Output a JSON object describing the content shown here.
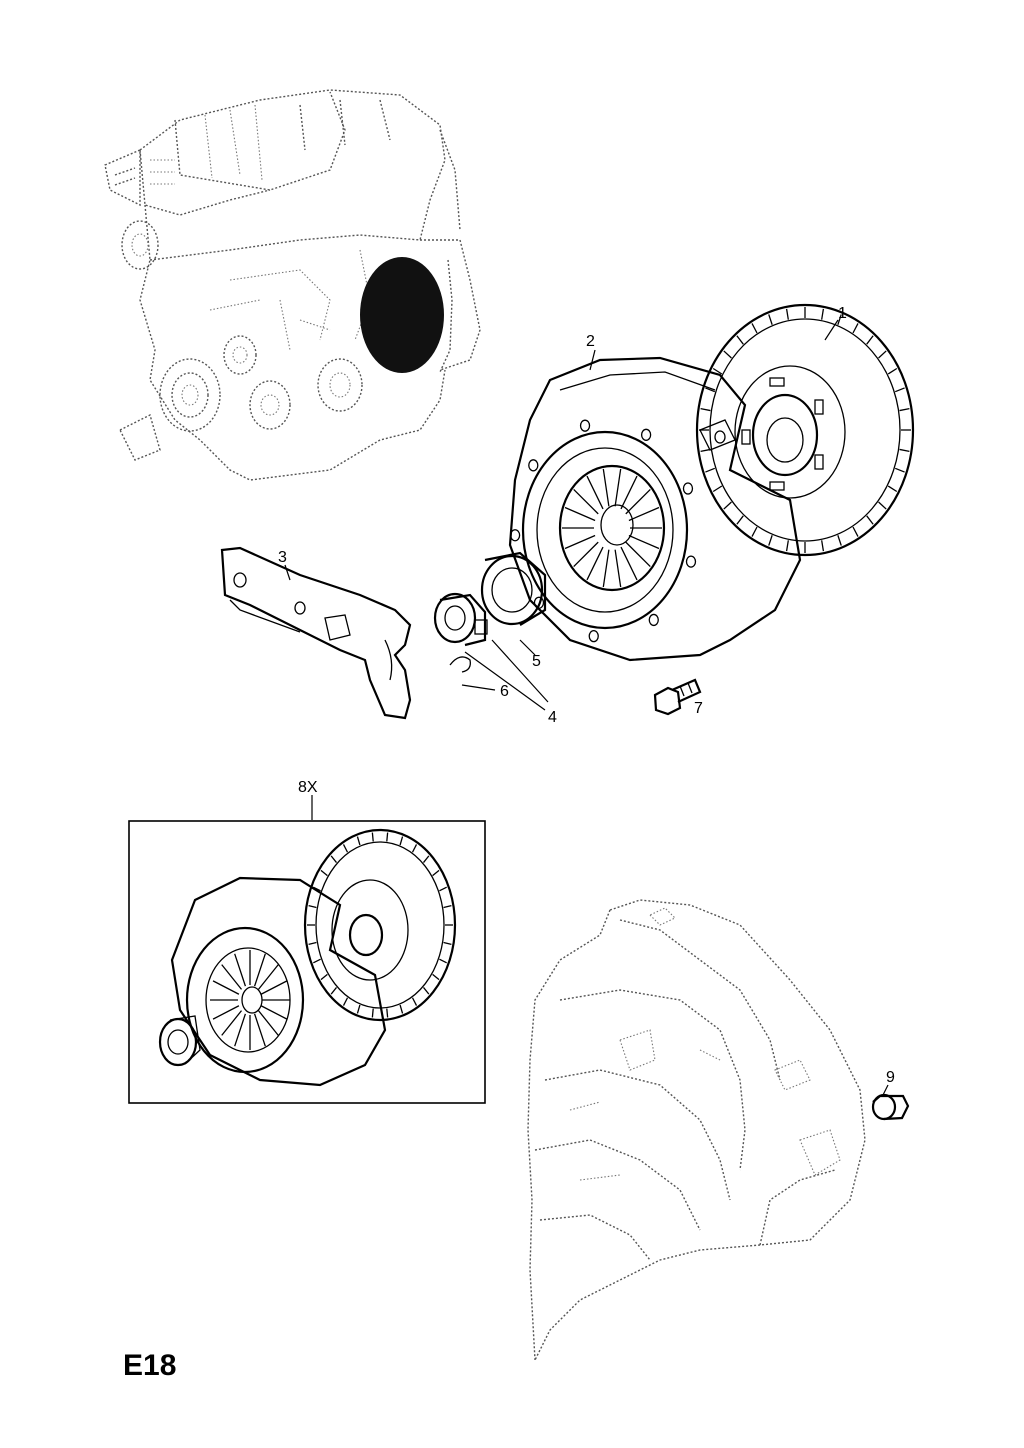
{
  "page": {
    "code": "E18"
  },
  "callouts": {
    "p1": "1",
    "p2": "2",
    "p3": "3",
    "p4": "4",
    "p5": "5",
    "p6": "6",
    "p7": "7",
    "p8x": "8X",
    "p9": "9"
  },
  "icons": {
    "engine": "engine-block-icon",
    "disc": "clutch-disc-icon",
    "pressure_plate": "pressure-plate-icon",
    "fork": "release-fork-icon",
    "bearing": "release-bearing-icon",
    "bolt": "bolt-icon",
    "kit": "clutch-kit-icon",
    "housing": "transmission-housing-icon",
    "plug": "plug-icon"
  },
  "colors": {
    "ink": "#000000",
    "dotted": "#555555",
    "background": "#ffffff"
  }
}
